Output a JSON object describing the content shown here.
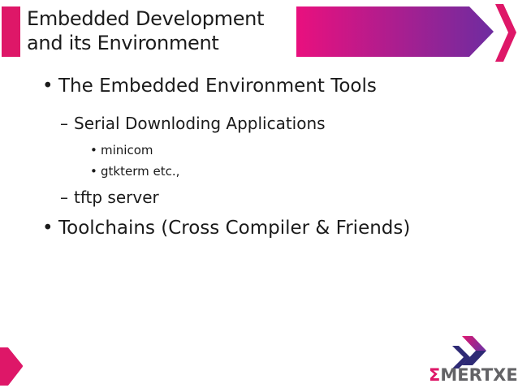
{
  "slide": {
    "title": {
      "line1": "Embedded Development",
      "line2": "and its Environment"
    },
    "bullets": [
      {
        "marker": "•",
        "text": "The Embedded Environment Tools"
      },
      {
        "marker": "–",
        "text": "Serial Downloding Applications"
      },
      {
        "marker": "•",
        "text": "minicom"
      },
      {
        "marker": "•",
        "text": "gtkterm etc.,"
      },
      {
        "marker": "–",
        "text": "tftp server"
      },
      {
        "marker": "•",
        "text": "Toolchains (Cross Compiler & Friends)"
      }
    ],
    "logo": {
      "sigma": "Σ",
      "name": "MERTXE"
    },
    "colors": {
      "brand_pink": "#DE1768",
      "banner_start": "#E9107E",
      "banner_end": "#6E2CA0",
      "logo_pink_start": "#E01770",
      "logo_purple_end": "#7B2F9E",
      "logo_navy": "#2E2A75",
      "logo_gray": "#636366",
      "body_text": "#1B1B1B"
    }
  }
}
